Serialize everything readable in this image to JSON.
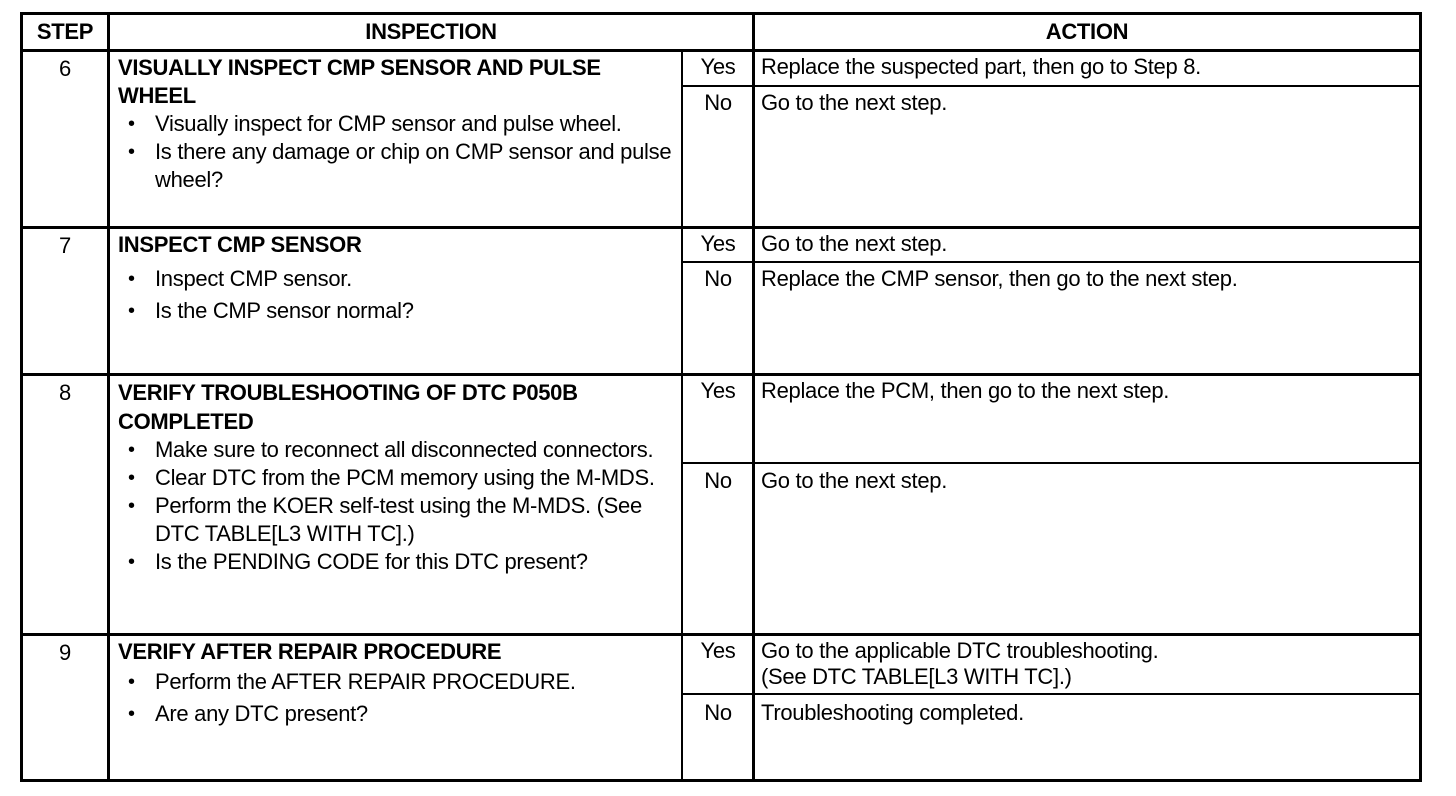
{
  "header": {
    "step": "STEP",
    "inspection": "INSPECTION",
    "action": "ACTION"
  },
  "steps": [
    {
      "num": "6",
      "title": "VISUALLY INSPECT CMP SENSOR AND PULSE WHEEL",
      "bullets": [
        "Visually inspect for CMP sensor and pulse wheel.",
        "Is there any damage or chip on CMP sensor and pulse wheel?"
      ],
      "yes_label": "Yes",
      "yes_action": "Replace the suspected part, then go to Step 8.",
      "no_label": "No",
      "no_action": "Go to the next step."
    },
    {
      "num": "7",
      "title": "INSPECT CMP SENSOR",
      "bullets": [
        "Inspect CMP sensor.",
        "Is the CMP sensor normal?"
      ],
      "yes_label": "Yes",
      "yes_action": "Go to the next step.",
      "no_label": "No",
      "no_action": "Replace the CMP sensor, then go to the next step."
    },
    {
      "num": "8",
      "title": "VERIFY TROUBLESHOOTING OF DTC P050B COMPLETED",
      "bullets": [
        "Make sure to reconnect all disconnected connectors.",
        "Clear DTC from the PCM memory using the M-MDS.",
        "Perform the KOER self-test using the M-MDS. (See DTC TABLE[L3 WITH TC].)",
        "Is the PENDING CODE for this DTC present?"
      ],
      "yes_label": "Yes",
      "yes_action": "Replace the PCM, then go to the next step.",
      "no_label": "No",
      "no_action": "Go to the next step."
    },
    {
      "num": "9",
      "title": "VERIFY AFTER REPAIR PROCEDURE",
      "bullets": [
        "Perform the AFTER REPAIR PROCEDURE.",
        "Are any DTC present?"
      ],
      "yes_label": "Yes",
      "yes_action": "Go to the applicable DTC troubleshooting.",
      "yes_action_2": "(See DTC TABLE[L3 WITH TC].)",
      "no_label": "No",
      "no_action": "Troubleshooting completed."
    }
  ]
}
